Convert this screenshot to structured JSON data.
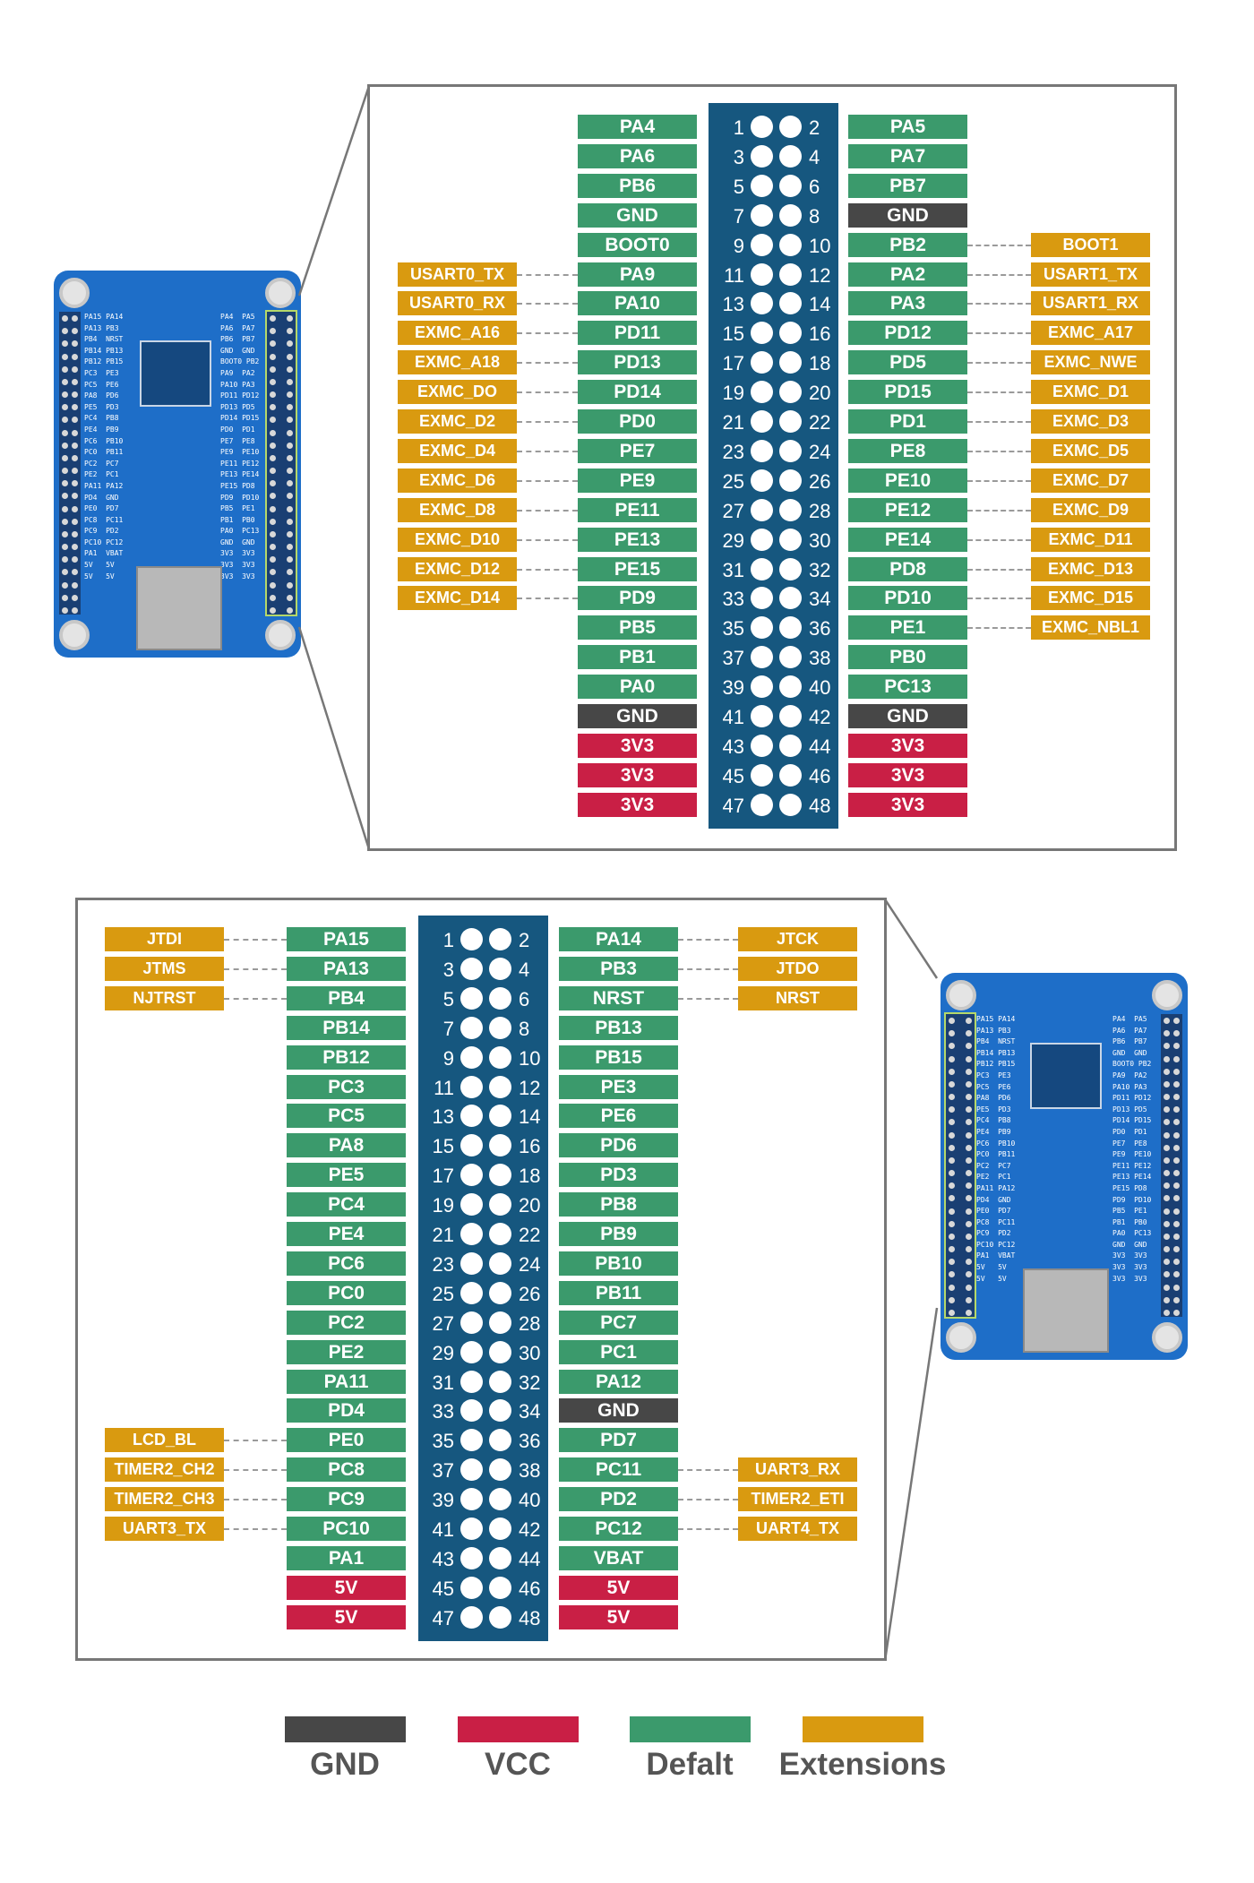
{
  "colors": {
    "gnd": "#474747",
    "vcc": "#c91f45",
    "default": "#3b9a6c",
    "extension": "#d99a10",
    "strip": "#16577f",
    "frame": "#777777",
    "board": "#1e6ec8"
  },
  "top_panel": {
    "left_pins": [
      {
        "num": "1",
        "label": "PA4",
        "kind": "default",
        "ext": ""
      },
      {
        "num": "3",
        "label": "PA6",
        "kind": "default",
        "ext": ""
      },
      {
        "num": "5",
        "label": "PB6",
        "kind": "default",
        "ext": ""
      },
      {
        "num": "7",
        "label": "GND",
        "kind": "default",
        "ext": ""
      },
      {
        "num": "9",
        "label": "BOOT0",
        "kind": "default",
        "ext": ""
      },
      {
        "num": "11",
        "label": "PA9",
        "kind": "default",
        "ext": "USART0_TX"
      },
      {
        "num": "13",
        "label": "PA10",
        "kind": "default",
        "ext": "USART0_RX"
      },
      {
        "num": "15",
        "label": "PD11",
        "kind": "default",
        "ext": "EXMC_A16"
      },
      {
        "num": "17",
        "label": "PD13",
        "kind": "default",
        "ext": "EXMC_A18"
      },
      {
        "num": "19",
        "label": "PD14",
        "kind": "default",
        "ext": "EXMC_DO"
      },
      {
        "num": "21",
        "label": "PD0",
        "kind": "default",
        "ext": "EXMC_D2"
      },
      {
        "num": "23",
        "label": "PE7",
        "kind": "default",
        "ext": "EXMC_D4"
      },
      {
        "num": "25",
        "label": "PE9",
        "kind": "default",
        "ext": "EXMC_D6"
      },
      {
        "num": "27",
        "label": "PE11",
        "kind": "default",
        "ext": "EXMC_D8"
      },
      {
        "num": "29",
        "label": "PE13",
        "kind": "default",
        "ext": "EXMC_D10"
      },
      {
        "num": "31",
        "label": "PE15",
        "kind": "default",
        "ext": "EXMC_D12"
      },
      {
        "num": "33",
        "label": "PD9",
        "kind": "default",
        "ext": "EXMC_D14"
      },
      {
        "num": "35",
        "label": "PB5",
        "kind": "default",
        "ext": ""
      },
      {
        "num": "37",
        "label": "PB1",
        "kind": "default",
        "ext": ""
      },
      {
        "num": "39",
        "label": "PA0",
        "kind": "default",
        "ext": ""
      },
      {
        "num": "41",
        "label": "GND",
        "kind": "gnd",
        "ext": ""
      },
      {
        "num": "43",
        "label": "3V3",
        "kind": "vcc",
        "ext": ""
      },
      {
        "num": "45",
        "label": "3V3",
        "kind": "vcc",
        "ext": ""
      },
      {
        "num": "47",
        "label": "3V3",
        "kind": "vcc",
        "ext": ""
      }
    ],
    "right_pins": [
      {
        "num": "2",
        "label": "PA5",
        "kind": "default",
        "ext": ""
      },
      {
        "num": "4",
        "label": "PA7",
        "kind": "default",
        "ext": ""
      },
      {
        "num": "6",
        "label": "PB7",
        "kind": "default",
        "ext": ""
      },
      {
        "num": "8",
        "label": "GND",
        "kind": "gnd",
        "ext": ""
      },
      {
        "num": "10",
        "label": "PB2",
        "kind": "default",
        "ext": "BOOT1"
      },
      {
        "num": "12",
        "label": "PA2",
        "kind": "default",
        "ext": "USART1_TX"
      },
      {
        "num": "14",
        "label": "PA3",
        "kind": "default",
        "ext": "USART1_RX"
      },
      {
        "num": "16",
        "label": "PD12",
        "kind": "default",
        "ext": "EXMC_A17"
      },
      {
        "num": "18",
        "label": "PD5",
        "kind": "default",
        "ext": "EXMC_NWE"
      },
      {
        "num": "20",
        "label": "PD15",
        "kind": "default",
        "ext": "EXMC_D1"
      },
      {
        "num": "22",
        "label": "PD1",
        "kind": "default",
        "ext": "EXMC_D3"
      },
      {
        "num": "24",
        "label": "PE8",
        "kind": "default",
        "ext": "EXMC_D5"
      },
      {
        "num": "26",
        "label": "PE10",
        "kind": "default",
        "ext": "EXMC_D7"
      },
      {
        "num": "28",
        "label": "PE12",
        "kind": "default",
        "ext": "EXMC_D9"
      },
      {
        "num": "30",
        "label": "PE14",
        "kind": "default",
        "ext": "EXMC_D11"
      },
      {
        "num": "32",
        "label": "PD8",
        "kind": "default",
        "ext": "EXMC_D13"
      },
      {
        "num": "34",
        "label": "PD10",
        "kind": "default",
        "ext": "EXMC_D15"
      },
      {
        "num": "36",
        "label": "PE1",
        "kind": "default",
        "ext": "EXMC_NBL1"
      },
      {
        "num": "38",
        "label": "PB0",
        "kind": "default",
        "ext": ""
      },
      {
        "num": "40",
        "label": "PC13",
        "kind": "default",
        "ext": ""
      },
      {
        "num": "42",
        "label": "GND",
        "kind": "gnd",
        "ext": ""
      },
      {
        "num": "44",
        "label": "3V3",
        "kind": "vcc",
        "ext": ""
      },
      {
        "num": "46",
        "label": "3V3",
        "kind": "vcc",
        "ext": ""
      },
      {
        "num": "48",
        "label": "3V3",
        "kind": "vcc",
        "ext": ""
      }
    ]
  },
  "bottom_panel": {
    "left_pins": [
      {
        "num": "1",
        "label": "PA15",
        "kind": "default",
        "ext": "JTDI"
      },
      {
        "num": "3",
        "label": "PA13",
        "kind": "default",
        "ext": "JTMS"
      },
      {
        "num": "5",
        "label": "PB4",
        "kind": "default",
        "ext": "NJTRST"
      },
      {
        "num": "7",
        "label": "PB14",
        "kind": "default",
        "ext": ""
      },
      {
        "num": "9",
        "label": "PB12",
        "kind": "default",
        "ext": ""
      },
      {
        "num": "11",
        "label": "PC3",
        "kind": "default",
        "ext": ""
      },
      {
        "num": "13",
        "label": "PC5",
        "kind": "default",
        "ext": ""
      },
      {
        "num": "15",
        "label": "PA8",
        "kind": "default",
        "ext": ""
      },
      {
        "num": "17",
        "label": "PE5",
        "kind": "default",
        "ext": ""
      },
      {
        "num": "19",
        "label": "PC4",
        "kind": "default",
        "ext": ""
      },
      {
        "num": "21",
        "label": "PE4",
        "kind": "default",
        "ext": ""
      },
      {
        "num": "23",
        "label": "PC6",
        "kind": "default",
        "ext": ""
      },
      {
        "num": "25",
        "label": "PC0",
        "kind": "default",
        "ext": ""
      },
      {
        "num": "27",
        "label": "PC2",
        "kind": "default",
        "ext": ""
      },
      {
        "num": "29",
        "label": "PE2",
        "kind": "default",
        "ext": ""
      },
      {
        "num": "31",
        "label": "PA11",
        "kind": "default",
        "ext": ""
      },
      {
        "num": "33",
        "label": "PD4",
        "kind": "default",
        "ext": ""
      },
      {
        "num": "35",
        "label": "PE0",
        "kind": "default",
        "ext": "LCD_BL"
      },
      {
        "num": "37",
        "label": "PC8",
        "kind": "default",
        "ext": "TIMER2_CH2"
      },
      {
        "num": "39",
        "label": "PC9",
        "kind": "default",
        "ext": "TIMER2_CH3"
      },
      {
        "num": "41",
        "label": "PC10",
        "kind": "default",
        "ext": "UART3_TX"
      },
      {
        "num": "43",
        "label": "PA1",
        "kind": "default",
        "ext": ""
      },
      {
        "num": "45",
        "label": "5V",
        "kind": "vcc",
        "ext": ""
      },
      {
        "num": "47",
        "label": "5V",
        "kind": "vcc",
        "ext": ""
      }
    ],
    "right_pins": [
      {
        "num": "2",
        "label": "PA14",
        "kind": "default",
        "ext": "JTCK"
      },
      {
        "num": "4",
        "label": "PB3",
        "kind": "default",
        "ext": "JTDO"
      },
      {
        "num": "6",
        "label": "NRST",
        "kind": "default",
        "ext": "NRST"
      },
      {
        "num": "8",
        "label": "PB13",
        "kind": "default",
        "ext": ""
      },
      {
        "num": "10",
        "label": "PB15",
        "kind": "default",
        "ext": ""
      },
      {
        "num": "12",
        "label": "PE3",
        "kind": "default",
        "ext": ""
      },
      {
        "num": "14",
        "label": "PE6",
        "kind": "default",
        "ext": ""
      },
      {
        "num": "16",
        "label": "PD6",
        "kind": "default",
        "ext": ""
      },
      {
        "num": "18",
        "label": "PD3",
        "kind": "default",
        "ext": ""
      },
      {
        "num": "20",
        "label": "PB8",
        "kind": "default",
        "ext": ""
      },
      {
        "num": "22",
        "label": "PB9",
        "kind": "default",
        "ext": ""
      },
      {
        "num": "24",
        "label": "PB10",
        "kind": "default",
        "ext": ""
      },
      {
        "num": "26",
        "label": "PB11",
        "kind": "default",
        "ext": ""
      },
      {
        "num": "28",
        "label": "PC7",
        "kind": "default",
        "ext": ""
      },
      {
        "num": "30",
        "label": "PC1",
        "kind": "default",
        "ext": ""
      },
      {
        "num": "32",
        "label": "PA12",
        "kind": "default",
        "ext": ""
      },
      {
        "num": "34",
        "label": "GND",
        "kind": "gnd",
        "ext": ""
      },
      {
        "num": "36",
        "label": "PD7",
        "kind": "default",
        "ext": ""
      },
      {
        "num": "38",
        "label": "PC11",
        "kind": "default",
        "ext": "UART3_RX"
      },
      {
        "num": "40",
        "label": "PD2",
        "kind": "default",
        "ext": "TIMER2_ETI"
      },
      {
        "num": "42",
        "label": "PC12",
        "kind": "default",
        "ext": "UART4_TX"
      },
      {
        "num": "44",
        "label": "VBAT",
        "kind": "default",
        "ext": ""
      },
      {
        "num": "46",
        "label": "5V",
        "kind": "vcc",
        "ext": ""
      },
      {
        "num": "48",
        "label": "5V",
        "kind": "vcc",
        "ext": ""
      }
    ]
  },
  "legend": [
    {
      "label": "GND",
      "kind": "gnd"
    },
    {
      "label": "VCC",
      "kind": "vcc"
    },
    {
      "label": "Defalt",
      "kind": "default"
    },
    {
      "label": "Extensions",
      "kind": "extension"
    }
  ],
  "board_silkscreen": {
    "top_board_left": [
      "PA15 PA14",
      "PA13 PB3",
      "PB4  NRST",
      "PB14 PB13",
      "PB12 PB15",
      "PC3  PE3",
      "PC5  PE6",
      "PA8  PD6",
      "PE5  PD3",
      "PC4  PB8",
      "PE4  PB9",
      "PC6  PB10",
      "PC0  PB11",
      "PC2  PC7",
      "PE2  PC1",
      "PA11 PA12",
      "PD4  GND",
      "PE0  PD7",
      "PC8  PC11",
      "PC9  PD2",
      "PC10 PC12",
      "PA1  VBAT",
      "5V   5V",
      "5V   5V"
    ],
    "top_board_right": [
      "PA4  PA5",
      "PA6  PA7",
      "PB6  PB7",
      "GND  GND",
      "BOOT0 PB2",
      "PA9  PA2",
      "PA10 PA3",
      "PD11 PD12",
      "PD13 PD5",
      "PD14 PD15",
      "PD0  PD1",
      "PE7  PE8",
      "PE9  PE10",
      "PE11 PE12",
      "PE13 PE14",
      "PE15 PD8",
      "PD9  PD10",
      "PB5  PE1",
      "PB1  PB0",
      "PA0  PC13",
      "GND  GND",
      "3V3  3V3",
      "3V3  3V3",
      "3V3  3V3"
    ]
  }
}
